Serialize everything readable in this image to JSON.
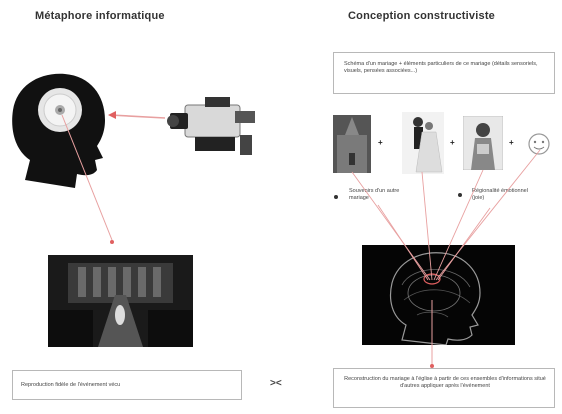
{
  "left": {
    "title": "Métaphore informatique",
    "bottom_text": "Reproduction fidèle de l'événement vécu"
  },
  "right": {
    "title": "Conception constructiviste",
    "top_box_text": "Schéma d'un mariage + éléments particuliers de ce mariage (détails sensoriels, visuels, pensées associées...)",
    "label_other_wedding": "Souvenirs d'un autre mariage",
    "label_regional": "Régionalité émotionnel (joie)",
    "bottom_text": "Reconstruction du mariage à l'église à partir de ces ensembles d'informations situé d'autres appliquer après l'événement"
  },
  "versus": "><",
  "plus_signs": [
    "+",
    "+",
    "+"
  ],
  "colors": {
    "line": "#e8a0a0",
    "arrow": "#e06060"
  }
}
